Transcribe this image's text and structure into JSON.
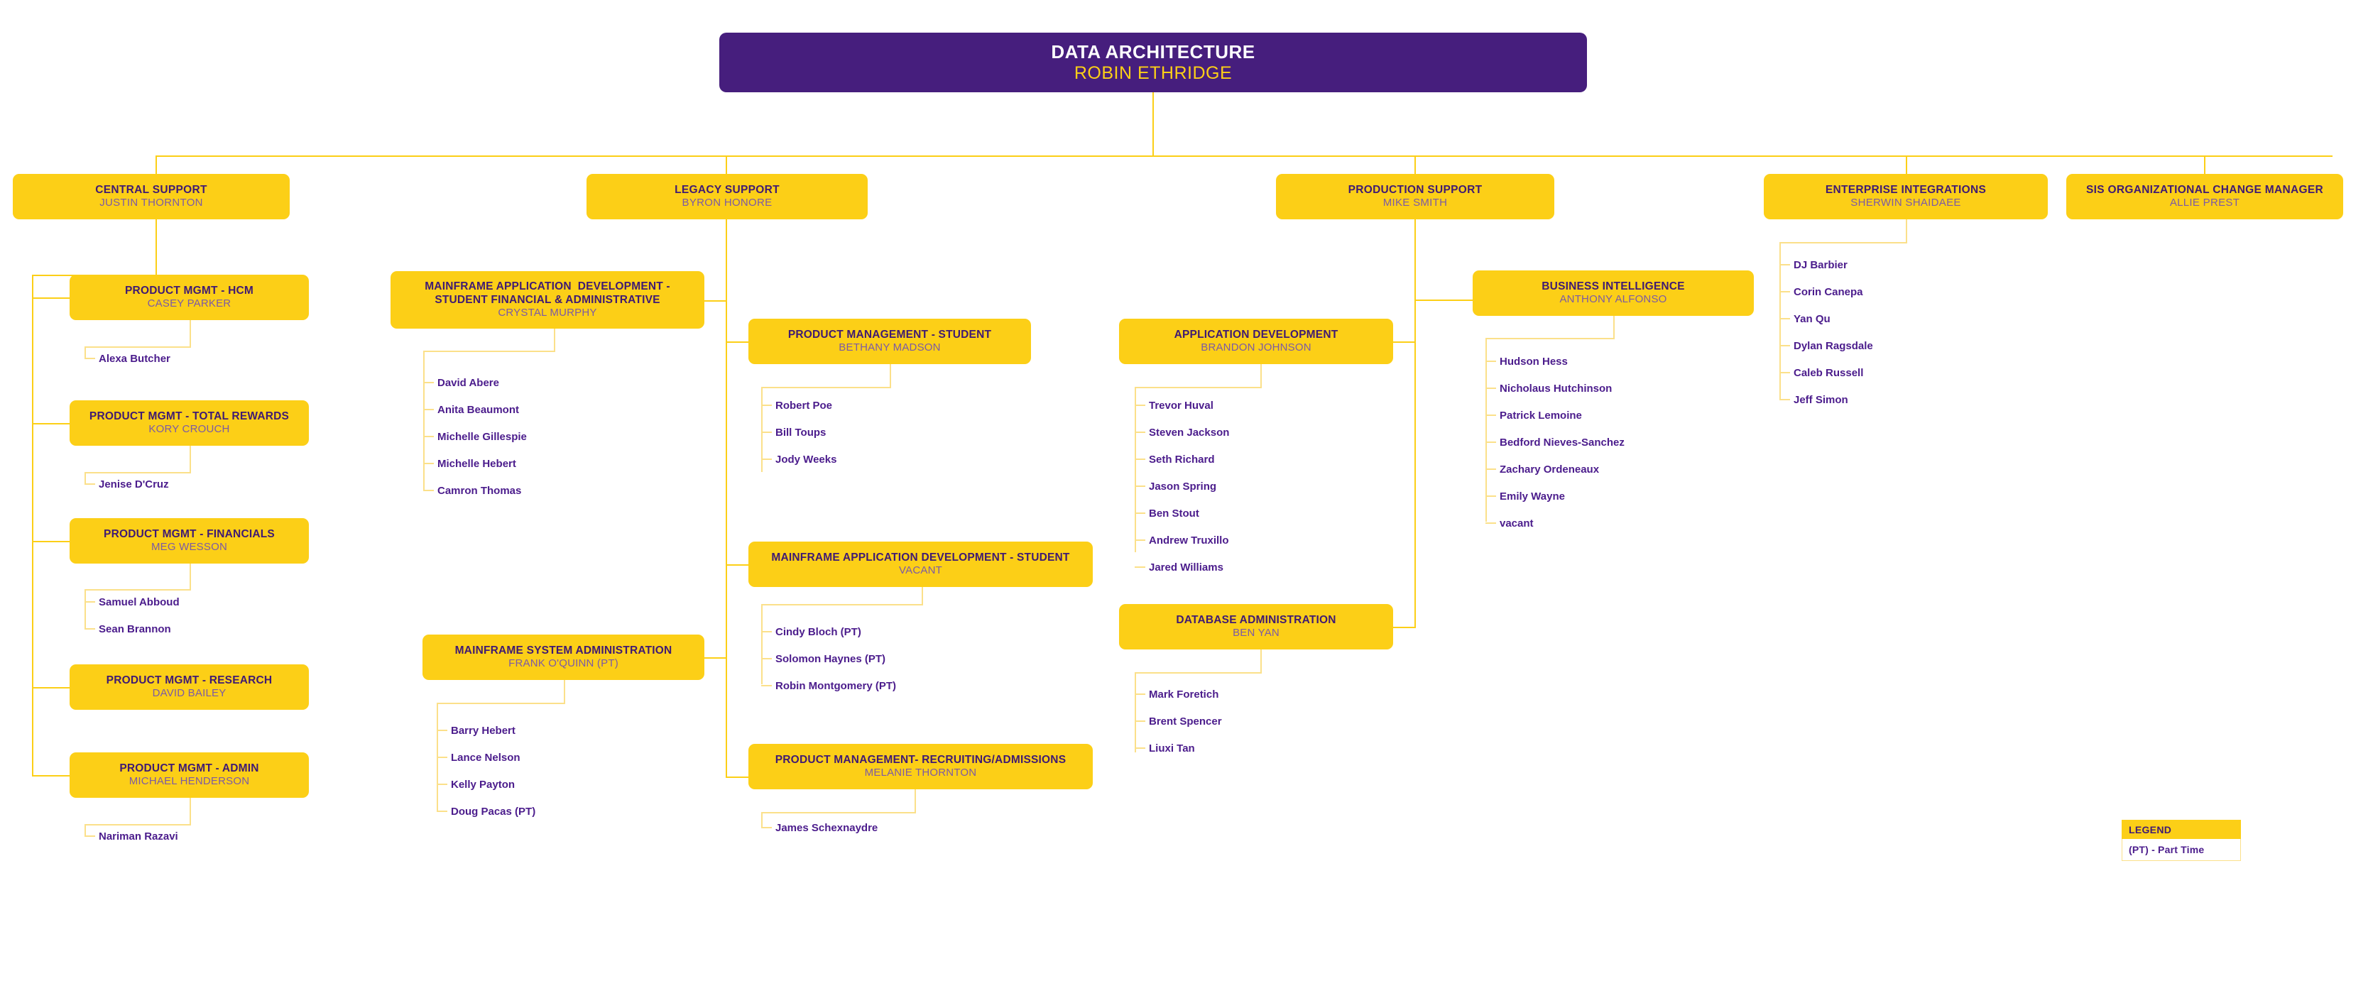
{
  "colors": {
    "root_bg": "#461E7D",
    "node_bg": "#FCCF17",
    "title_text": "#3F1A73",
    "subtitle_text": "#7B5AA6",
    "root_title_text": "#FFFFFF",
    "root_subtitle_text": "#FCCF17",
    "leaf_text": "#4B1C8C",
    "connector": "#FCCF17",
    "page_bg": "#FFFFFF"
  },
  "root": {
    "title": "DATA ARCHITECTURE",
    "subtitle": "ROBIN ETHRIDGE"
  },
  "divisions": [
    {
      "id": "central-support",
      "title": "CENTRAL SUPPORT",
      "subtitle": "JUSTIN THORNTON",
      "children": [
        {
          "id": "product-mgmt-hcm",
          "title": "PRODUCT MGMT - HCM",
          "subtitle": "CASEY PARKER",
          "reports": [
            "Alexa Butcher"
          ]
        },
        {
          "id": "product-mgmt-total-rewards",
          "title": "PRODUCT MGMT - TOTAL REWARDS",
          "subtitle": "KORY CROUCH",
          "reports": [
            "Jenise D'Cruz"
          ]
        },
        {
          "id": "product-mgmt-financials",
          "title": "PRODUCT MGMT - FINANCIALS",
          "subtitle": "MEG WESSON",
          "reports": [
            "Samuel Abboud",
            "Sean Brannon"
          ]
        },
        {
          "id": "product-mgmt-research",
          "title": "PRODUCT MGMT - RESEARCH",
          "subtitle": "DAVID BAILEY",
          "reports": []
        },
        {
          "id": "product-mgmt-admin",
          "title": "PRODUCT MGMT - ADMIN",
          "subtitle": "MICHAEL HENDERSON",
          "reports": [
            "Nariman Razavi"
          ]
        }
      ]
    },
    {
      "id": "legacy-support",
      "title": "LEGACY SUPPORT",
      "subtitle": "BYRON HONORE",
      "children": [
        {
          "id": "mainframe-app-dev-student-financial-admin",
          "title": "MAINFRAME APPLICATION  DEVELOPMENT -\nSTUDENT FINANCIAL & ADMINISTRATIVE",
          "subtitle": "CRYSTAL MURPHY",
          "reports": [
            "David Abere",
            "Anita Beaumont",
            "Michelle Gillespie",
            "Michelle Hebert",
            "Camron Thomas"
          ]
        },
        {
          "id": "product-management-student",
          "title": "PRODUCT MANAGEMENT - STUDENT",
          "subtitle": "BETHANY MADSON",
          "reports": [
            "Robert Poe",
            "Bill Toups",
            "Jody Weeks"
          ]
        },
        {
          "id": "mainframe-system-administration",
          "title": "MAINFRAME SYSTEM ADMINISTRATION",
          "subtitle": "FRANK O'QUINN (PT)",
          "reports": [
            "Barry Hebert",
            "Lance Nelson",
            "Kelly Payton",
            "Doug Pacas (PT)"
          ]
        },
        {
          "id": "mainframe-app-dev-student",
          "title": "MAINFRAME APPLICATION DEVELOPMENT - STUDENT",
          "subtitle": "VACANT",
          "reports": [
            "Cindy Bloch (PT)",
            "Solomon Haynes (PT)",
            "Robin Montgomery (PT)"
          ]
        },
        {
          "id": "product-management-recruiting-admissions",
          "title": "PRODUCT MANAGEMENT- RECRUITING/ADMISSIONS",
          "subtitle": "MELANIE THORNTON",
          "reports": [
            "James Schexnaydre"
          ]
        }
      ]
    },
    {
      "id": "production-support",
      "title": "PRODUCTION SUPPORT",
      "subtitle": "MIKE SMITH",
      "children": [
        {
          "id": "application-development",
          "title": "APPLICATION DEVELOPMENT",
          "subtitle": "BRANDON JOHNSON",
          "reports": [
            "Trevor Huval",
            "Steven Jackson",
            "Seth Richard",
            "Jason Spring",
            "Ben Stout",
            "Andrew Truxillo",
            "Jared Williams"
          ]
        },
        {
          "id": "database-administration",
          "title": "DATABASE ADMINISTRATION",
          "subtitle": "BEN YAN",
          "reports": [
            "Mark Foretich",
            "Brent Spencer",
            "Liuxi Tan"
          ]
        },
        {
          "id": "business-intelligence",
          "title": "BUSINESS INTELLIGENCE",
          "subtitle": "ANTHONY ALFONSO",
          "reports": [
            "Hudson Hess",
            "Nicholaus Hutchinson",
            "Patrick Lemoine",
            "Bedford Nieves-Sanchez",
            "Zachary Ordeneaux",
            "Emily Wayne",
            "vacant"
          ]
        }
      ]
    },
    {
      "id": "enterprise-integrations",
      "title": "ENTERPRISE INTEGRATIONS",
      "subtitle": "SHERWIN SHAIDAEE",
      "children": [],
      "reports": [
        "DJ Barbier",
        "Corin Canepa",
        "Yan Qu",
        "Dylan Ragsdale",
        "Caleb Russell",
        "Jeff Simon"
      ]
    },
    {
      "id": "sis-organizational-change-manager",
      "title": "SIS ORGANIZATIONAL CHANGE MANAGER",
      "subtitle": "ALLIE PREST",
      "children": [],
      "reports": []
    }
  ],
  "legend": {
    "header": "LEGEND",
    "entry": "(PT) - Part Time"
  }
}
